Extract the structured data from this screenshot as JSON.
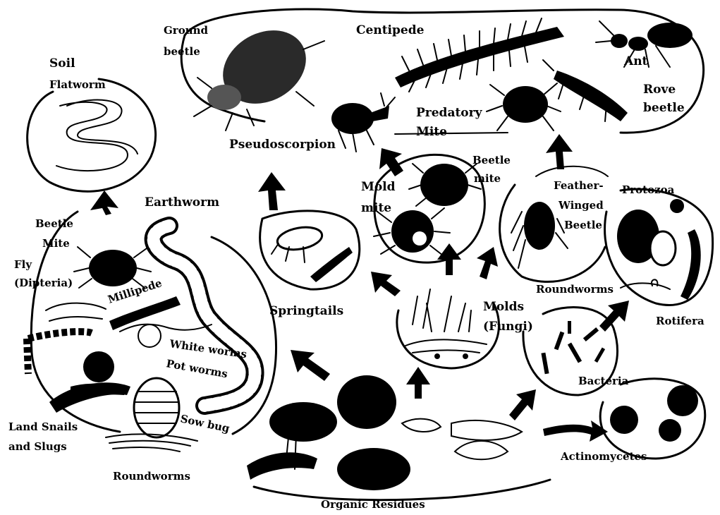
{
  "labels": {
    "soil_flatworm_1": "Soil",
    "soil_flatworm_2": "Flatworm",
    "ground_beetle_1": "Ground",
    "ground_beetle_2": "beetle",
    "centipede": "Centipede",
    "ant": "Ant",
    "rove_beetle_1": "Rove",
    "rove_beetle_2": "beetle",
    "predatory_mite_1": "Predatory",
    "predatory_mite_2": "Mite",
    "pseudoscorpion": "Pseudoscorpion",
    "earthworm": "Earthworm",
    "beetle_mite_left_1": "Beetle",
    "beetle_mite_left_2": "Mite",
    "fly_1": "Fly",
    "fly_2": "(Dipteria)",
    "millipede": "Millipede",
    "white_worms": "White worms",
    "pot_worms": "Pot worms",
    "sow_bug": "Sow bug",
    "land_snails_1": "Land Snails",
    "land_snails_2": "and Slugs",
    "roundworms_bottom": "Roundworms",
    "springtails": "Springtails",
    "mold_mite_1": "Mold",
    "mold_mite_2": "mite",
    "beetle_mite_center_1": "Beetle",
    "beetle_mite_center_2": "mite",
    "feather_winged_1": "Feather-",
    "feather_winged_2": "Winged",
    "feather_winged_3": "Beetle",
    "protozoa": "Protozoa",
    "roundworms_right": "Roundworms",
    "rotifera": "Rotifera",
    "molds_1": "Molds",
    "molds_2": "(Fungi)",
    "bacteria": "Bacteria",
    "actinomycetes": "Actinomycetes",
    "organic_residues": "Organic Residues"
  },
  "icons": [
    "flatworm-icon",
    "ground-beetle-icon",
    "centipede-icon",
    "ant-icon",
    "rove-beetle-icon",
    "predatory-mite-icon",
    "pseudoscorpion-icon",
    "earthworm-icon",
    "beetle-mite-icon",
    "fly-larva-icon",
    "millipede-icon",
    "snail-icon",
    "slug-icon",
    "sow-bug-icon",
    "roundworm-icon",
    "springtail-icon",
    "mold-mite-icon",
    "feather-winged-beetle-icon",
    "protozoa-icon",
    "rotifer-icon",
    "fungi-icon",
    "bacteria-icon",
    "actinomycetes-icon",
    "organic-residue-icon"
  ]
}
